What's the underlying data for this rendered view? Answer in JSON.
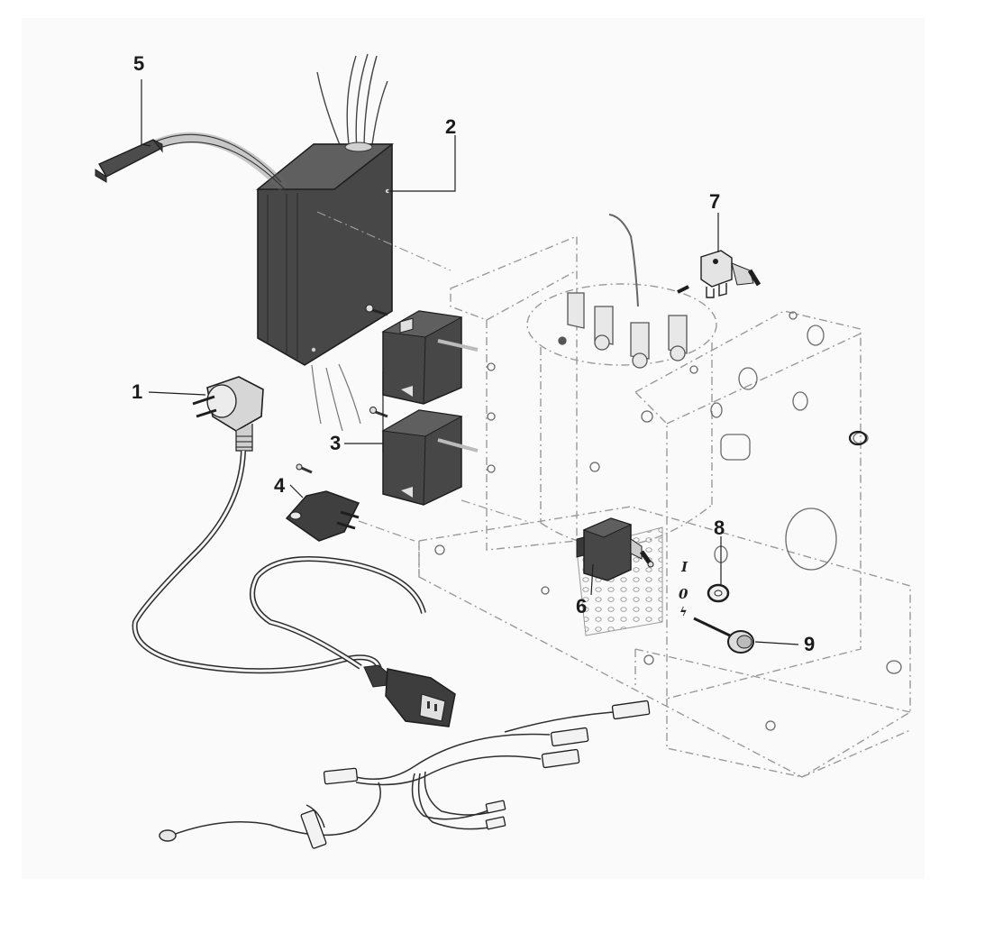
{
  "callouts": [
    {
      "id": "1",
      "label": "1"
    },
    {
      "id": "2",
      "label": "2"
    },
    {
      "id": "3",
      "label": "3"
    },
    {
      "id": "4",
      "label": "4"
    },
    {
      "id": "5",
      "label": "5"
    },
    {
      "id": "6",
      "label": "6"
    },
    {
      "id": "7",
      "label": "7"
    },
    {
      "id": "8",
      "label": "8"
    },
    {
      "id": "9",
      "label": "9"
    }
  ],
  "switch_markings": {
    "on": "I",
    "off": "0",
    "steam": "ϟ"
  },
  "colors": {
    "background": "#ffffff",
    "paper": "#fafafa",
    "line": "#1e1e1e",
    "component_dark": "#474747",
    "component_mid": "#5a5a5a",
    "component_light": "#d0d0d0",
    "phantom_line": "#9a9a9a"
  }
}
